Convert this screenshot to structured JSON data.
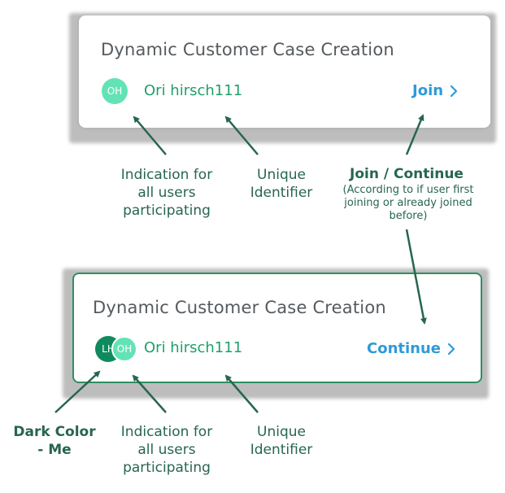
{
  "top_card": {
    "title": "Dynamic Customer Case Creation",
    "avatar_initials": "OH",
    "user_name": "Ori hirsch111",
    "action_label": "Join"
  },
  "bottom_card": {
    "title": "Dynamic Customer Case Creation",
    "avatar_me_initials": "LH",
    "avatar_other_initials": "OH",
    "user_name": "Ori hirsch111",
    "action_label": "Continue"
  },
  "annotations": {
    "top_indication": "Indication for all users participating",
    "top_unique": "Unique Identifier",
    "join_continue_title": "Join / Continue",
    "join_continue_sub": "(According to if user first joining or already joined before)",
    "dark_color_me": "Dark Color - Me",
    "bottom_indication": "Indication for all users participating",
    "bottom_unique": "Unique Identifier"
  },
  "colors": {
    "accent_green": "#1ea06c",
    "annotation_green": "#27664d",
    "action_blue": "#2e9ad9",
    "avatar_light": "#63e3b5",
    "avatar_dark": "#0f8a5e",
    "border_green": "#2f8f63"
  },
  "icons": {
    "chevron": "chevron-right-icon",
    "arrow": "arrow-icon"
  }
}
